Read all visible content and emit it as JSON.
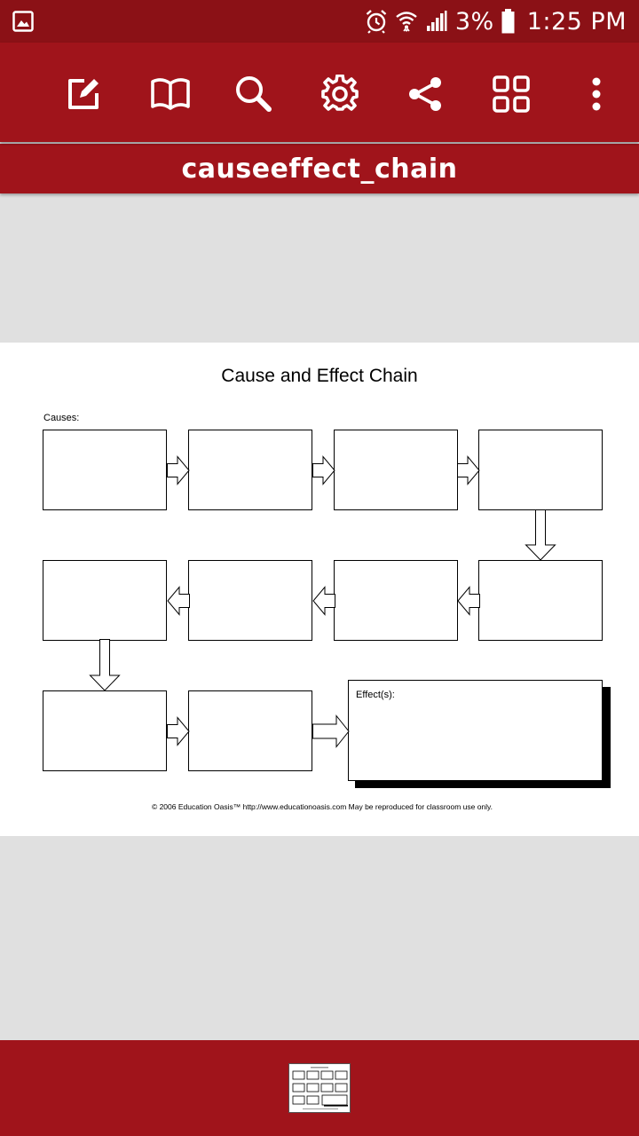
{
  "status_bar": {
    "battery_text": "3%",
    "time": "1:25 PM",
    "icons": [
      "gallery-icon",
      "alarm-icon",
      "wifi-icon",
      "signal-icon",
      "battery-icon"
    ]
  },
  "toolbar": {
    "buttons": [
      "edit-icon",
      "book-icon",
      "search-icon",
      "gear-icon",
      "share-icon",
      "grid-icon",
      "more-vert-icon"
    ]
  },
  "title_bar": {
    "title": "causeeffect_chain"
  },
  "document": {
    "title": "Cause and Effect Chain",
    "causes_label": "Causes:",
    "effects_label": "Effect(s):",
    "copyright": "© 2006 Education Oasis™  http://www.educationoasis.com  May be reproduced for classroom use only."
  },
  "colors": {
    "status_bar": "#8b1116",
    "toolbar": "#a0141b",
    "background": "#e0e0e0",
    "page": "#ffffff"
  },
  "bottom_bar": {
    "thumbnail": "page-thumbnail"
  }
}
